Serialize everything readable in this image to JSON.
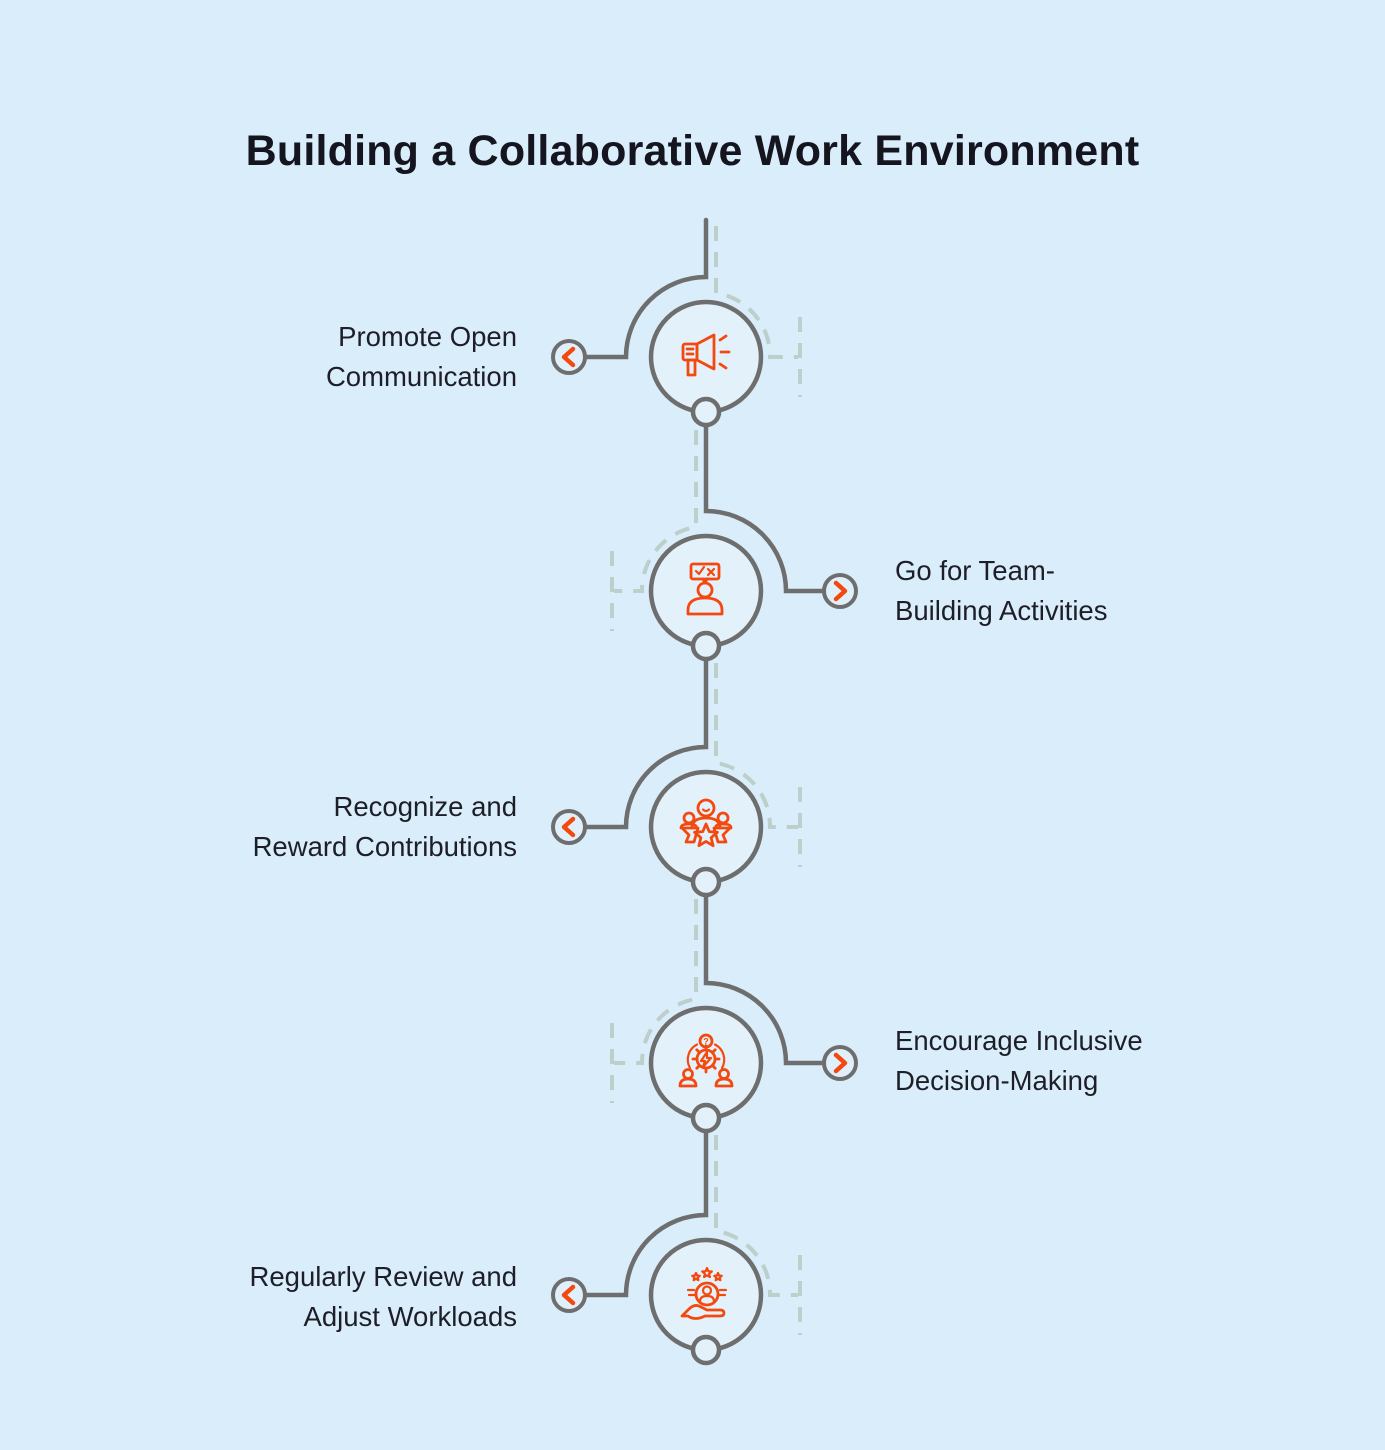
{
  "title": "Building a Collaborative Work Environment",
  "colors": {
    "background": "#D9EDFA",
    "node_fill": "#E3F1FB",
    "line_gray": "#6E6E6E",
    "dashed_gray": "#BCCFCB",
    "accent_orange": "#F4490E",
    "text_dark": "#1E1E28"
  },
  "steps": [
    {
      "label": "Promote Open Communication",
      "lines": [
        "Promote Open",
        "Communication"
      ],
      "side": "left",
      "icon": "megaphone-icon",
      "chevron": "left"
    },
    {
      "label": "Go for Team-Building Activities",
      "lines": [
        "Go for Team-",
        "Building Activities"
      ],
      "side": "right",
      "icon": "person-feedback-icon",
      "chevron": "right"
    },
    {
      "label": "Recognize and Reward Contributions",
      "lines": [
        "Recognize and",
        "Reward Contributions"
      ],
      "side": "left",
      "icon": "team-star-icon",
      "chevron": "left"
    },
    {
      "label": "Encourage Inclusive Decision-Making",
      "lines": [
        "Encourage Inclusive",
        "Decision-Making"
      ],
      "side": "right",
      "icon": "decision-gear-icon",
      "chevron": "right"
    },
    {
      "label": "Regularly Review and Adjust Workloads",
      "lines": [
        "Regularly Review and",
        "Adjust Workloads"
      ],
      "side": "left",
      "icon": "hand-person-stars-icon",
      "chevron": "left"
    }
  ]
}
